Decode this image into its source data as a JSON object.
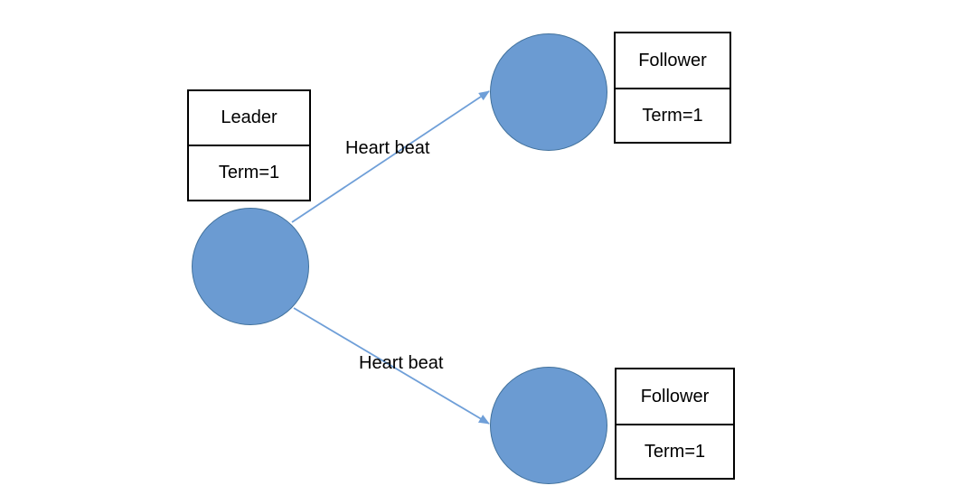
{
  "colors": {
    "node_fill": "#6b9bd2",
    "node_stroke": "#41719c",
    "edge": "#6f9fd8",
    "box_border": "#000000"
  },
  "nodes": {
    "leader": {
      "role": "Leader",
      "term": "Term=1"
    },
    "follower_top": {
      "role": "Follower",
      "term": "Term=1"
    },
    "follower_bottom": {
      "role": "Follower",
      "term": "Term=1"
    }
  },
  "edges": [
    {
      "from": "leader",
      "to": "follower_top",
      "label": "Heart beat"
    },
    {
      "from": "leader",
      "to": "follower_bottom",
      "label": "Heart beat"
    }
  ]
}
